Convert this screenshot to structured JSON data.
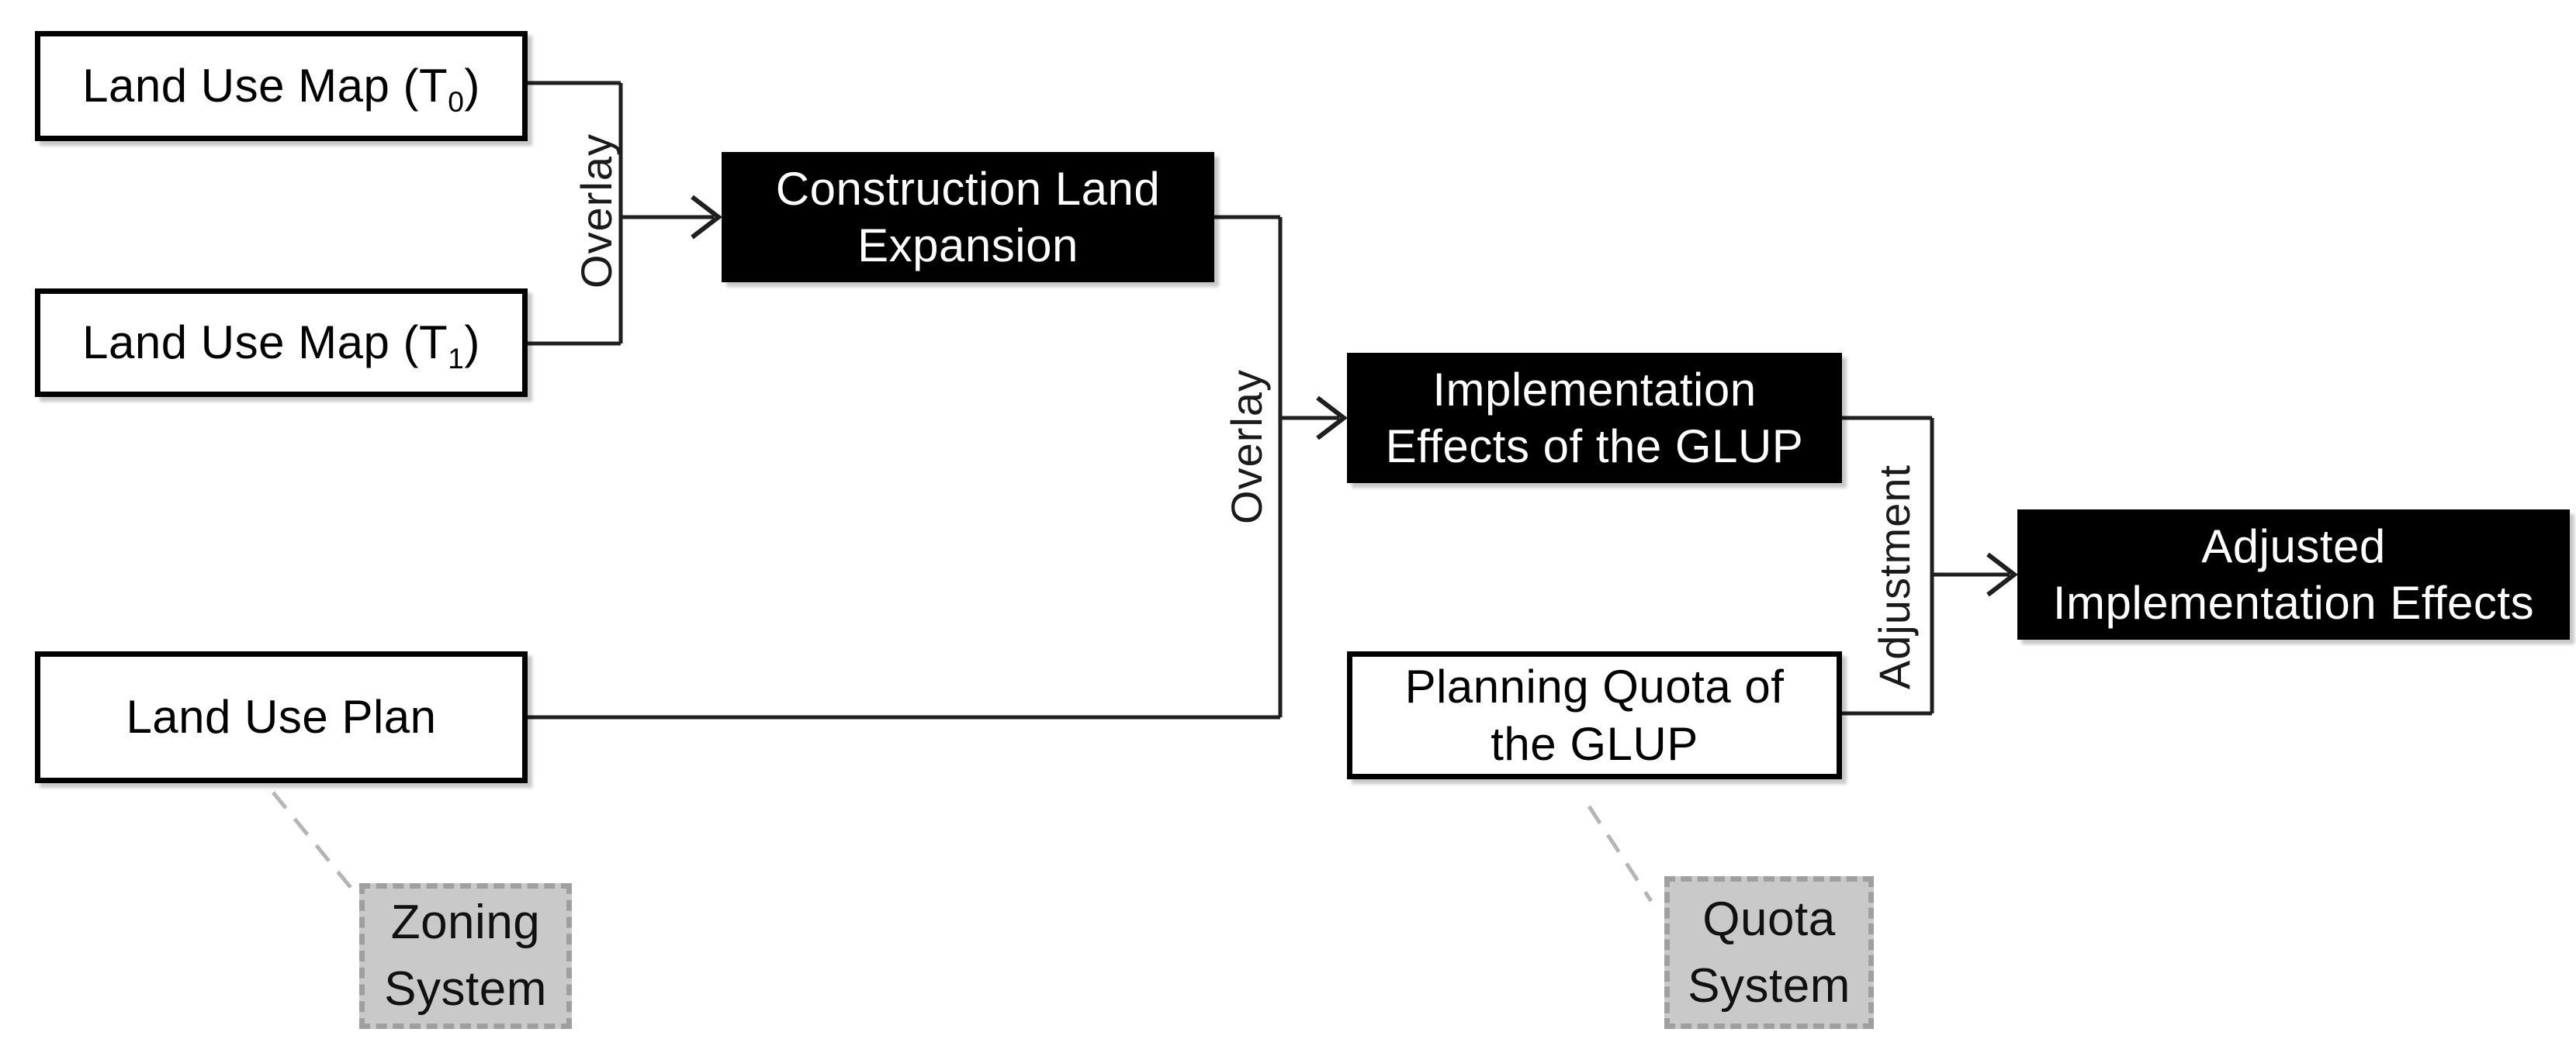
{
  "diagram": {
    "description": "Flowchart of GLUP implementation-effects evaluation",
    "background": "#ffffff"
  },
  "colors": {
    "box_border": "#000000",
    "black_box_bg": "#000000",
    "black_box_text": "#ffffff",
    "white_box_bg": "#ffffff",
    "white_box_text": "#000000",
    "gray_box_bg": "#c9c9c9",
    "gray_box_border": "#9f9f9f",
    "connector": "#1f1f1f",
    "dashed_connector": "#b5b5b5"
  },
  "boxes": {
    "t0": {
      "pre": "Land Use Map (T",
      "sub": "0",
      "post": ")"
    },
    "t1": {
      "pre": "Land Use Map (T",
      "sub": "1",
      "post": ")"
    },
    "plan": {
      "line1": "Land Use Plan"
    },
    "construction": {
      "line1": "Construction Land",
      "line2": "Expansion"
    },
    "implementation": {
      "line1": "Implementation",
      "line2": "Effects of the GLUP"
    },
    "quota": {
      "line1": "Planning Quota of",
      "line2": "the GLUP"
    },
    "adjusted": {
      "line1": "Adjusted",
      "line2": "Implementation Effects"
    },
    "zoning_system": {
      "line1": "Zoning",
      "line2": "System"
    },
    "quota_system": {
      "line1": "Quota",
      "line2": "System"
    }
  },
  "edge_labels": {
    "overlay1": "Overlay",
    "overlay2": "Overlay",
    "adjustment": "Adjustment"
  },
  "edges": [
    {
      "from": "land-use-map-t0 + land-use-map-t1",
      "to": "construction-land-expansion",
      "label": "Overlay"
    },
    {
      "from": "construction-land-expansion + land-use-plan",
      "to": "implementation-effects",
      "label": "Overlay"
    },
    {
      "from": "implementation-effects + planning-quota",
      "to": "adjusted-implementation-effects",
      "label": "Adjustment"
    },
    {
      "from": "land-use-plan",
      "to": "zoning-system",
      "style": "dashed"
    },
    {
      "from": "planning-quota",
      "to": "quota-system",
      "style": "dashed"
    }
  ]
}
